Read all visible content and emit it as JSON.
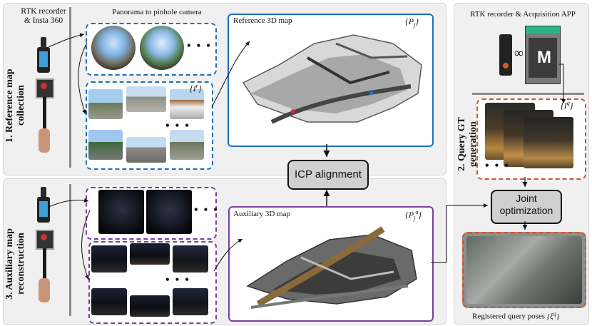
{
  "colors": {
    "blue": "#1f6fb8",
    "purple": "#7b3fa0",
    "orange": "#d2522a",
    "panel_bg": "#f0f0f0"
  },
  "section1": {
    "title_line1": "1. Reference map",
    "title_line2": "collection",
    "device_label_line1": "RTK recorder",
    "device_label_line2": "& Insta 360",
    "panorama_label": "Panorama to pinhole camera",
    "pinhole_set": "{I",
    "pinhole_sup": "r",
    "pinhole_close": "}",
    "map_label": "Reference 3D map",
    "map_math": "{P",
    "map_sub": "j",
    "map_close": "}",
    "ellipsis": "• • •"
  },
  "section2": {
    "title_line1": "2. Query GT",
    "title_line2": "generation",
    "device_label": "RTK recorder & Acquisition APP",
    "query_set": "{I",
    "query_sup": "q",
    "query_close": "}",
    "joint_line1": "Joint",
    "joint_line2": "optimization",
    "poses_label": "Registered query poses",
    "poses_math": "{ξ",
    "poses_sup": "q",
    "poses_close": "}",
    "ellipsis": "• • •"
  },
  "section3": {
    "title_line1": "3. Auxiliary map",
    "title_line2": "reconstruction",
    "map_label": "Auxiliary 3D map",
    "map_math": "{P",
    "map_sub": "j",
    "map_sup": "a",
    "map_close": "}",
    "ellipsis": "• • •"
  },
  "icp": {
    "label": "ICP alignment"
  },
  "link_symbol": "∞"
}
